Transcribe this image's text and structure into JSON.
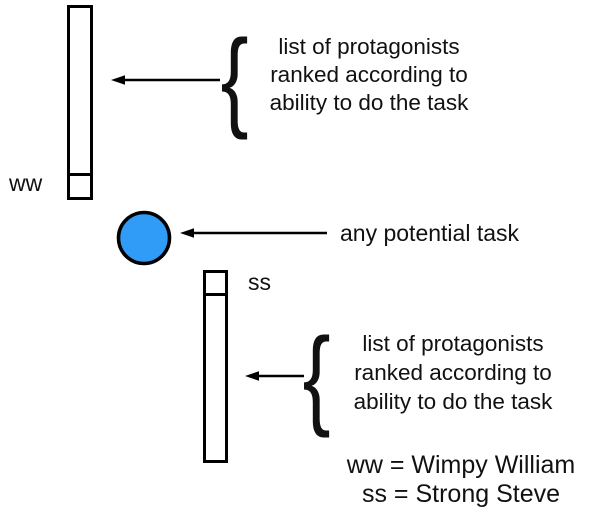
{
  "colors": {
    "task_fill": "#319CF7",
    "ink": "#000000"
  },
  "labels": {
    "ww": "ww",
    "ss": "ss"
  },
  "brace_char": "{",
  "top_annotation": {
    "line1": "list of protagonists",
    "line2": "ranked according to",
    "line3": "ability to do the task"
  },
  "task_annotation": {
    "text": "any potential task"
  },
  "bottom_annotation": {
    "line1": "list of protagonists",
    "line2": "ranked according to",
    "line3": "ability to do the task"
  },
  "legend": {
    "ww_line": "ww = Wimpy William",
    "ss_line": "ss =  Strong Steve"
  }
}
